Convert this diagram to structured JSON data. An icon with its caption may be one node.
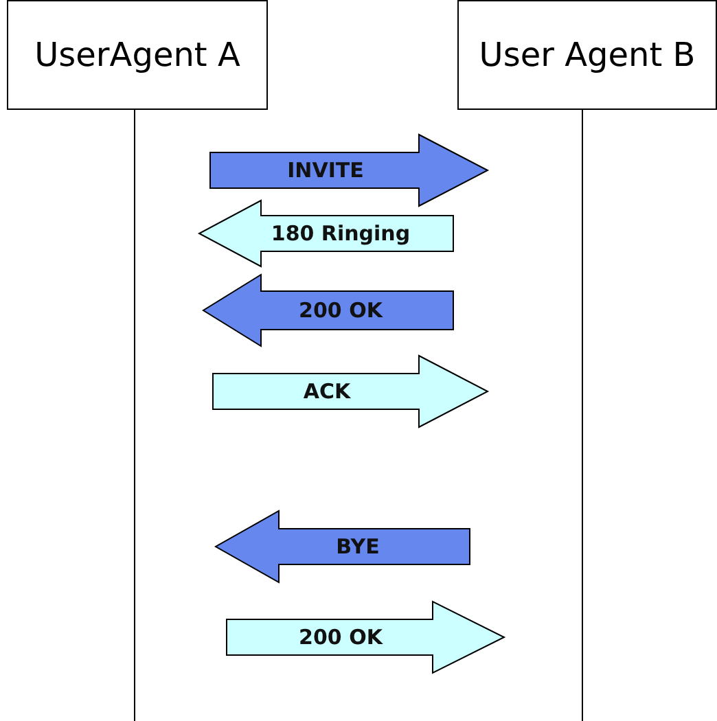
{
  "diagram": {
    "nodes": [
      {
        "text": [
          "UserAgent A"
        ]
      },
      {
        "text": [
          "User Agent B"
        ]
      }
    ],
    "edges": [
      {
        "from": 0,
        "to": 1,
        "arrow": "to",
        "label": "INVITE",
        "color": "#6688ee"
      },
      {
        "from": 1,
        "to": 0,
        "arrow": "to",
        "label": "180 Ringing",
        "color": "#ccffff"
      },
      {
        "from": 1,
        "to": 0,
        "arrow": "to",
        "label": "200 OK",
        "color": "#6688ee"
      },
      {
        "from": 0,
        "to": 1,
        "arrow": "to",
        "label": "ACK",
        "color": "#ccffff"
      },
      {
        "from": 1,
        "to": 0,
        "arrow": "to",
        "label": "BYE",
        "color": "#6688ee"
      },
      {
        "from": 0,
        "to": 1,
        "arrow": "to",
        "label": "200 OK",
        "color": "#ccffff"
      }
    ]
  }
}
